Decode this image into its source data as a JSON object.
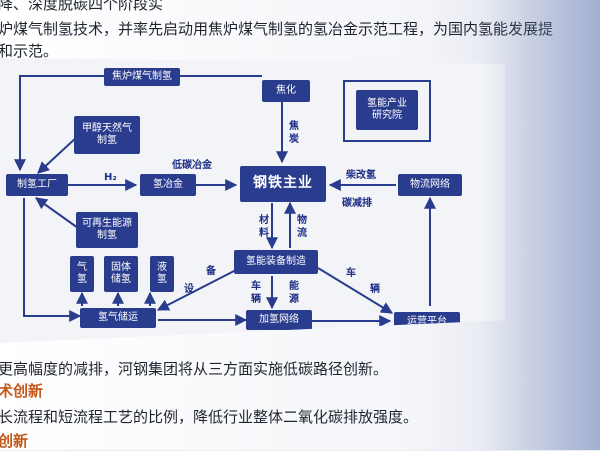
{
  "text": {
    "line1": "降、深度脱碳四个阶段实",
    "line2": "炉煤气制氢技术，并率先启动用焦炉煤气制氢的氢冶金示范工程，为国内氢能发展提",
    "line3": "和示范。",
    "line4": "更高幅度的减排，河钢集团将从三方面实施低碳路径创新。",
    "heading1": "术创新",
    "line5": "长流程和短流程工艺的比例，降低行业整体二氧化碳排放强度。",
    "heading2": "创新"
  },
  "diagram": {
    "boxes": {
      "coke_gas_h2": "焦炉煤气制氢",
      "coking": "焦化",
      "research": "氢能产业\n研究院",
      "methanol_gas_h2": "甲醇天然气\n制氢",
      "h2_plant": "制氢工厂",
      "h2_metallurgy": "氢冶金",
      "steel_main": "钢铁主业",
      "logistics": "物流网络",
      "renewable_h2": "可再生能源\n制氢",
      "gas_h2": "气\n氢",
      "solid_h2": "固体\n储氢",
      "liquid_h2": "液\n氢",
      "equipment": "氢能装备制造",
      "storage": "氢气储运",
      "refuel": "加氢网络",
      "platform": "运营平台"
    },
    "labels": {
      "coke": "焦\n炭",
      "h2": "H₂",
      "low_carbon": "低碳冶金",
      "diesel_h2": "柴改氢",
      "carbon_cut": "碳减排",
      "material": "材\n料",
      "flow": "物\n流",
      "equip_a": "备",
      "equip_b": "设",
      "car_a": "车",
      "car_b": "辆",
      "vehicle_a": "车\n辆",
      "energy": "能\n源"
    },
    "color": "#2a3c8e"
  }
}
